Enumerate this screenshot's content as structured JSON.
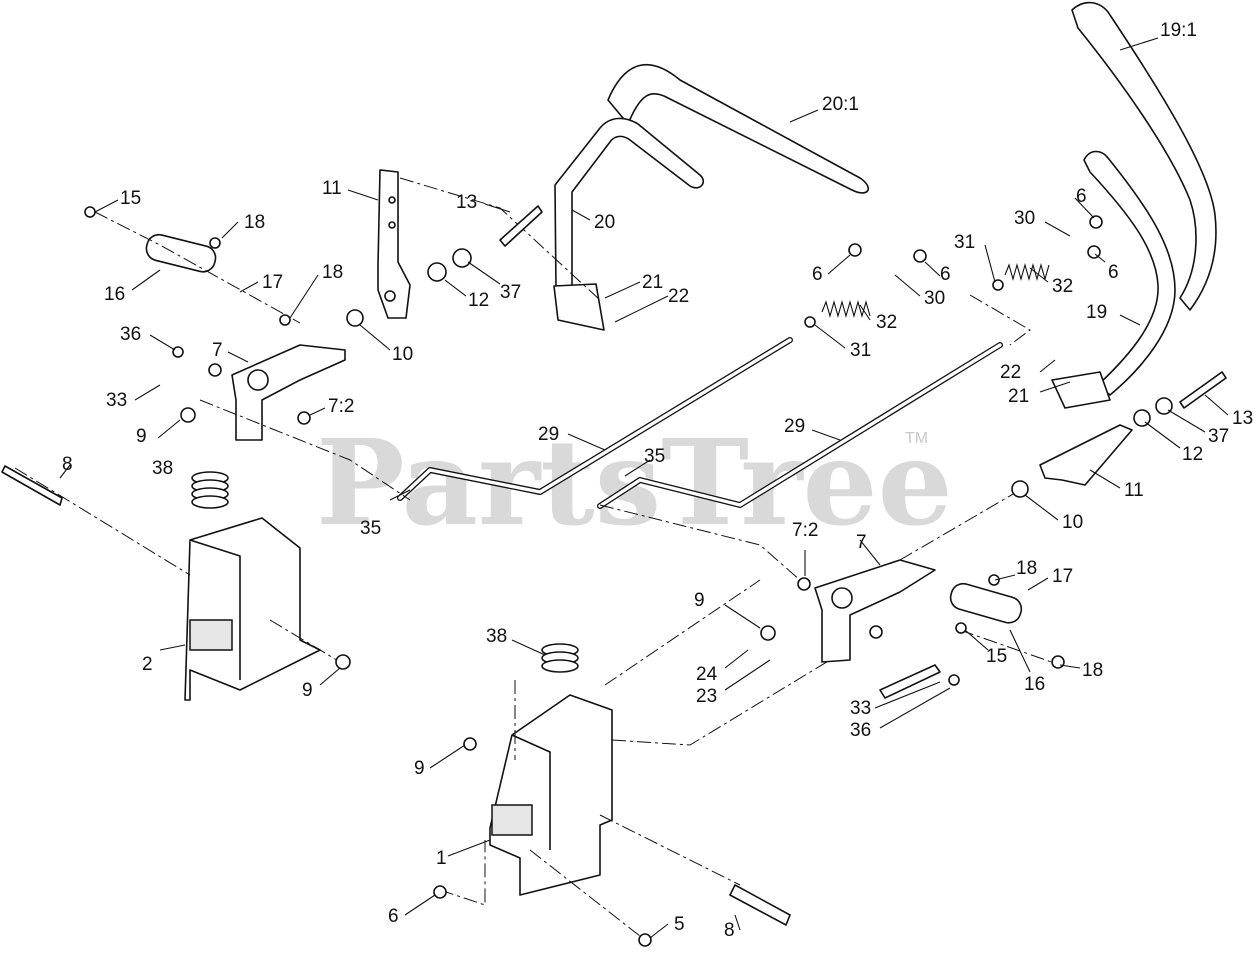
{
  "watermark": {
    "text": "PartsTree",
    "trademark": "TM"
  },
  "callouts": [
    "19:1",
    "20:1",
    "20",
    "11",
    "13",
    "15",
    "18",
    "16",
    "17",
    "18",
    "12",
    "37",
    "21",
    "22",
    "10",
    "36",
    "7",
    "33",
    "7:2",
    "9",
    "6",
    "6",
    "30",
    "32",
    "31",
    "30",
    "6",
    "6",
    "31",
    "32",
    "19",
    "22",
    "21",
    "13",
    "37",
    "12",
    "11",
    "29",
    "29",
    "35",
    "35",
    "10",
    "8",
    "38",
    "2",
    "9",
    "7:2",
    "7",
    "18",
    "17",
    "9",
    "24",
    "23",
    "15",
    "16",
    "18",
    "33",
    "36",
    "38",
    "9",
    "1",
    "6",
    "5",
    "8"
  ],
  "colors": {
    "line": "#111111",
    "watermark": "#d9d9d9",
    "background": "#ffffff"
  }
}
